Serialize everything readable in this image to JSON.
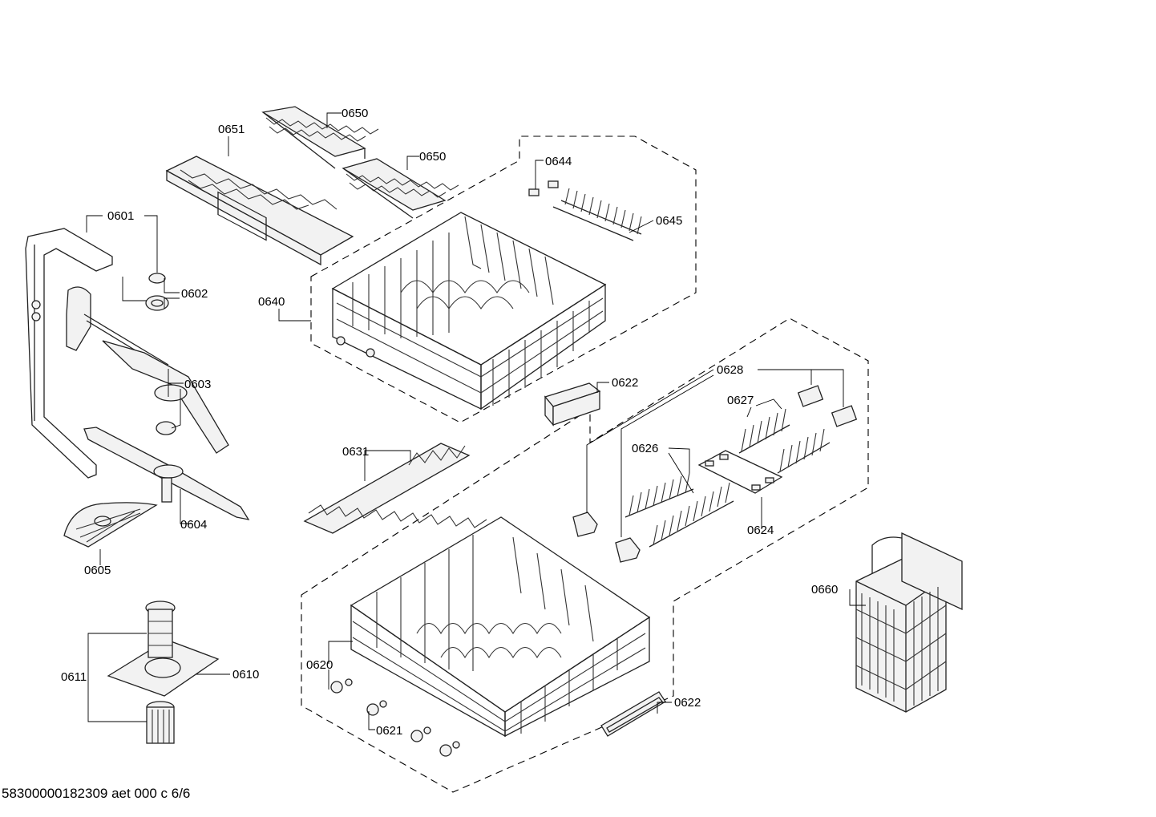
{
  "callouts": {
    "p0650a": "0650",
    "p0650b": "0650",
    "p0651": "0651",
    "p0644": "0644",
    "p0645": "0645",
    "p0601": "0601",
    "p0602": "0602",
    "p0640": "0640",
    "p0603": "0603",
    "p0622a": "0622",
    "p0628": "0628",
    "p0627": "0627",
    "p0626": "0626",
    "p0631": "0631",
    "p0604": "0604",
    "p0605": "0605",
    "p0624": "0624",
    "p0660": "0660",
    "p0611": "0611",
    "p0610": "0610",
    "p0620": "0620",
    "p0621": "0621",
    "p0622b": "0622"
  },
  "footer": "58300000182309 aet 000 c 6/6"
}
